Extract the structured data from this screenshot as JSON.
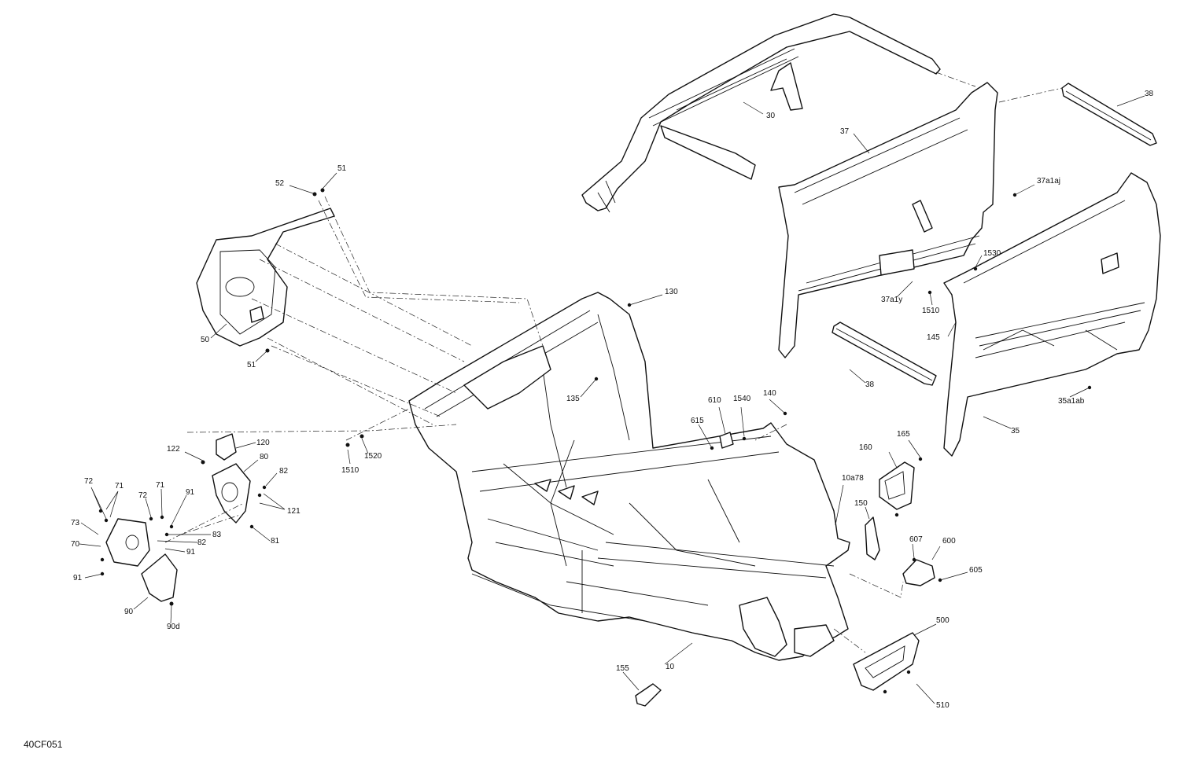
{
  "diagram_code": "40CF051",
  "callouts": {
    "c30": "30",
    "c37": "37",
    "c38a": "38",
    "c38b": "38",
    "c37a1aj": "37a1aj",
    "c1530": "1530",
    "c37a1y": "37a1y",
    "c1510a": "1510",
    "c145": "145",
    "c35a1ab": "35a1ab",
    "c35": "35",
    "c51a": "51",
    "c52": "52",
    "c50": "50",
    "c51b": "51",
    "c130": "130",
    "c135": "135",
    "c610": "610",
    "c1540": "1540",
    "c140": "140",
    "c615": "615",
    "c120": "120",
    "c122": "122",
    "c80": "80",
    "c82a": "82",
    "c121": "121",
    "c81": "81",
    "c1510b": "1510",
    "c1520": "1520",
    "c72a": "72",
    "c71a": "71",
    "c72b": "72",
    "c71b": "71",
    "c91a": "91",
    "c73": "73",
    "c70": "70",
    "c83": "83",
    "c82b": "82",
    "c91b": "91",
    "c91c": "91",
    "c90": "90",
    "c90d": "90d",
    "c165": "165",
    "c160": "160",
    "c10a78": "10a78",
    "c150": "150",
    "c607": "607",
    "c600": "600",
    "c605": "605",
    "c500": "500",
    "c510": "510",
    "c155": "155",
    "c10": "10"
  }
}
